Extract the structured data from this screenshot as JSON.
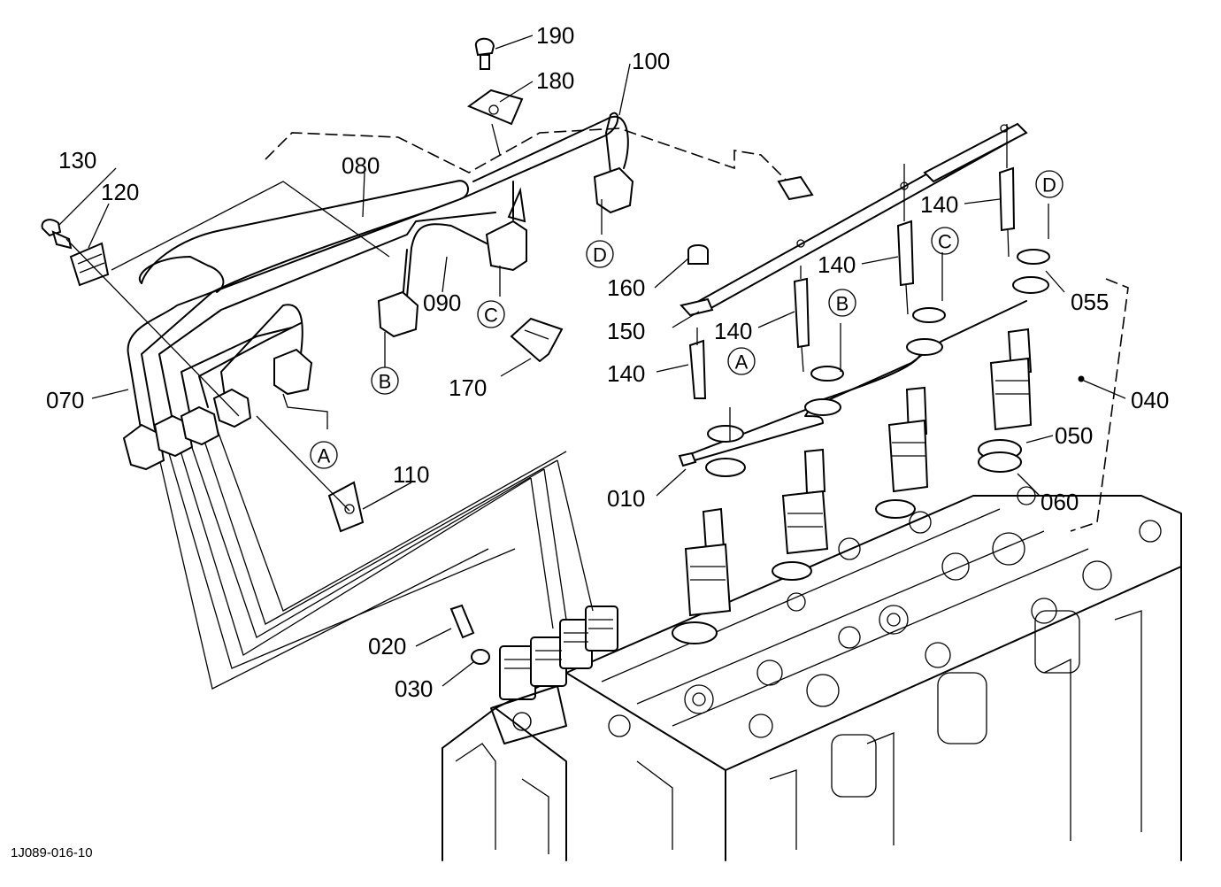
{
  "drawing_code": "1J089-016-10",
  "callouts": {
    "c010": "010",
    "c020": "020",
    "c030": "030",
    "c040": "040",
    "c050": "050",
    "c055": "055",
    "c060": "060",
    "c070": "070",
    "c080": "080",
    "c090": "090",
    "c100": "100",
    "c110": "110",
    "c120": "120",
    "c130": "130",
    "c140_a": "140",
    "c140_b": "140",
    "c140_c": "140",
    "c140_d": "140",
    "c150": "150",
    "c160": "160",
    "c170": "170",
    "c180": "180",
    "c190": "190"
  },
  "refs": {
    "a": "A",
    "b": "B",
    "c": "C",
    "d": "D"
  }
}
